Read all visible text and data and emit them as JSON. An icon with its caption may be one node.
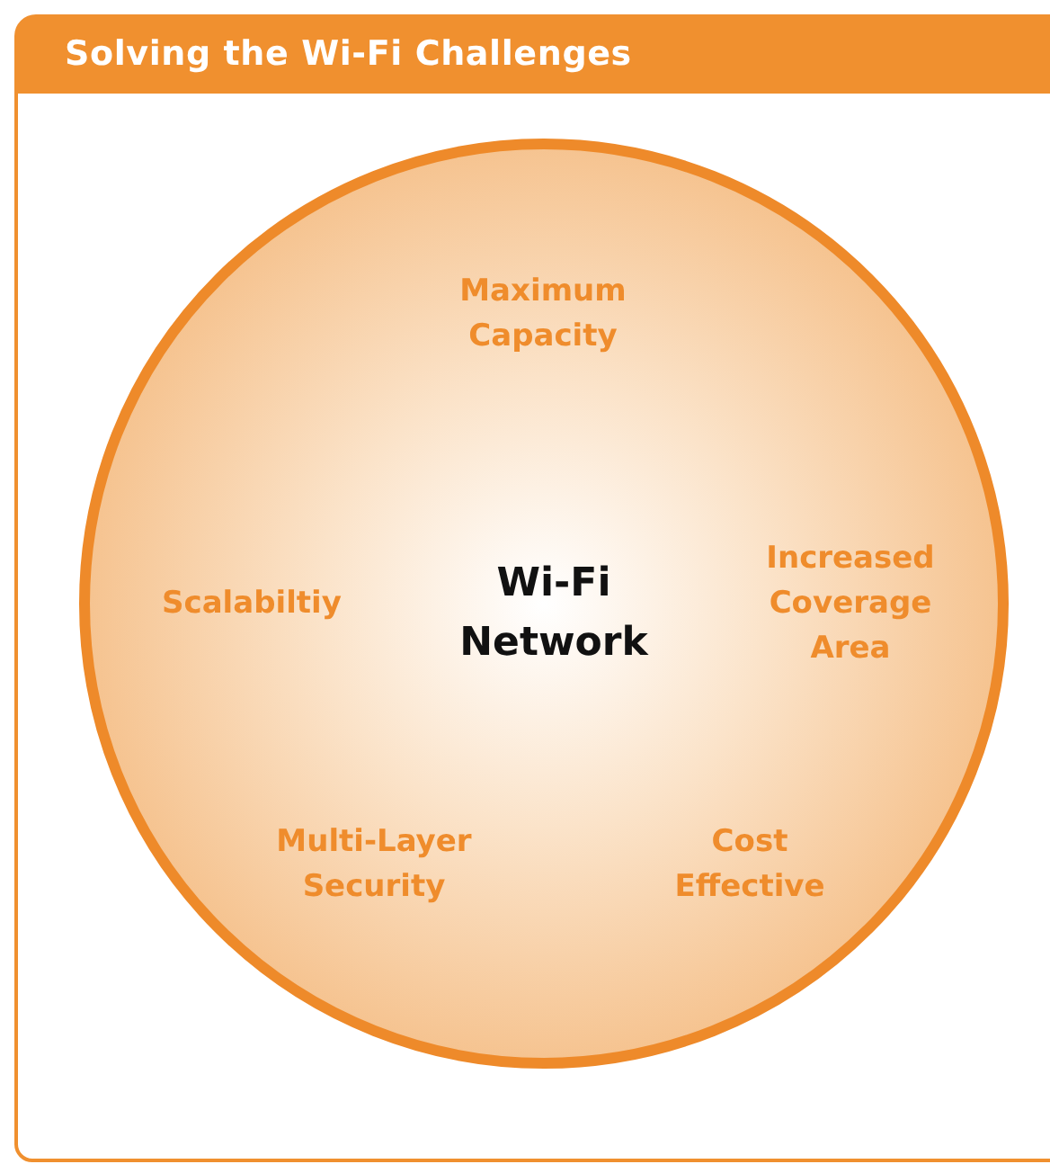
{
  "diagram": {
    "title": "Solving the Wi-Fi Challenges",
    "nodes": [
      {
        "text": [
          "Maximum Capacity",
          "Scalabiltiy",
          "Wi-Fi Network",
          "Increased Coverage Area",
          "Multi-Layer Security",
          "Cost Effective"
        ]
      }
    ]
  }
}
